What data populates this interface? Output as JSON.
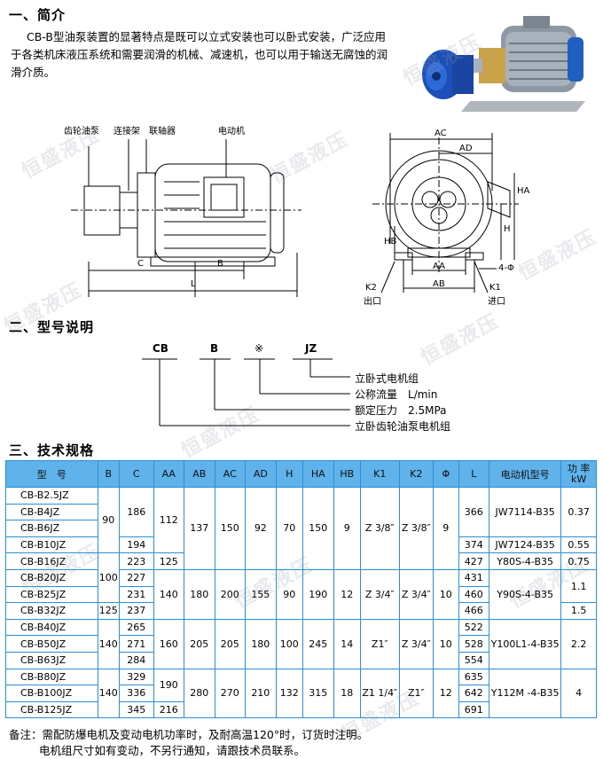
{
  "sections": {
    "intro_title": "一、简介",
    "model_title": "二、型号说明",
    "spec_title": "三、技术规格"
  },
  "intro": {
    "text": "CB-B型油泵装置的显著特点是既可以立式安装也可以卧式安装，广泛应用于各类机床液压系统和需要润滑的机械、减速机，也可以用于输送无腐蚀的润滑介质。"
  },
  "watermark": "恒盛液压",
  "side_view": {
    "labels": {
      "pump": "齿轮油泵",
      "bracket": "连接架",
      "coupling": "联轴器",
      "motor": "电动机",
      "C": "C",
      "B": "B",
      "L": "L"
    }
  },
  "front_view": {
    "labels": {
      "AC": "AC",
      "AD": "AD",
      "HA": "HA",
      "H": "H",
      "HB": "HB",
      "AA": "AA",
      "AB": "AB",
      "phi": "4-Φ",
      "K2": "K2",
      "K1": "K1",
      "outlet": "出口",
      "inlet": "进口"
    }
  },
  "model_code": {
    "parts": [
      "CB",
      "B",
      "※",
      "JZ"
    ],
    "descriptions": [
      {
        "label": "立卧式电机组",
        "value": ""
      },
      {
        "label": "公称流量",
        "value": "L/min"
      },
      {
        "label": "额定压力",
        "value": "2.5MPa"
      },
      {
        "label": "立卧齿轮油泵电机组",
        "value": ""
      }
    ]
  },
  "spec_table": {
    "headers": [
      "型　号",
      "B",
      "C",
      "AA",
      "AB",
      "AC",
      "AD",
      "H",
      "HA",
      "HB",
      "K1",
      "K2",
      "Φ",
      "L",
      "电动机型号",
      "功 率",
      "kW"
    ],
    "models": [
      "CB-B2.5JZ",
      "CB-B4JZ",
      "CB-B6JZ",
      "CB-B10JZ",
      "CB-B16JZ",
      "CB-B20JZ",
      "CB-B25JZ",
      "CB-B32JZ",
      "CB-B40JZ",
      "CB-B50JZ",
      "CB-B63JZ",
      "CB-B80JZ",
      "CB-B100JZ",
      "CB-B125JZ"
    ],
    "B": [
      "90",
      "100",
      "125",
      "140",
      "140"
    ],
    "C": [
      "186",
      "194",
      "223",
      "227",
      "231",
      "237",
      "265",
      "271",
      "284",
      "329",
      "336",
      "345"
    ],
    "AA": [
      "112",
      "125",
      "140",
      "160",
      "190",
      "216"
    ],
    "AB": [
      "137",
      "180",
      "205",
      "280"
    ],
    "AC": [
      "150",
      "200",
      "205",
      "270"
    ],
    "AD": [
      "92",
      "155",
      "180",
      "210"
    ],
    "H": [
      "70",
      "90",
      "100",
      "132"
    ],
    "HA": [
      "150",
      "190",
      "245",
      "315"
    ],
    "HB": [
      "9",
      "12",
      "14",
      "18"
    ],
    "K1": [
      "Z 3/8″",
      "Z 3/4″",
      "Z1″",
      "Z1 1/4″"
    ],
    "K2": [
      "Z 3/8″",
      "Z 3/4″",
      "Z 3/4″",
      "Z1″"
    ],
    "phi": [
      "9",
      "10",
      "10",
      "12"
    ],
    "L": [
      "366",
      "374",
      "427",
      "431",
      "460",
      "466",
      "522",
      "528",
      "554",
      "635",
      "642",
      "691"
    ],
    "motor": [
      "JW7114-B35",
      "JW7124-B35",
      "Y80S-4-B35",
      "Y90S-4-B35",
      "Y100L1-4-B35",
      "Y112M -4-B35"
    ],
    "power": [
      "0.37",
      "0.55",
      "0.75",
      "1.1",
      "1.5",
      "2.2",
      "4"
    ]
  },
  "notes": {
    "line1": "备注：需配防爆电机及变动电机功率时，及耐高温120°时，订货时注明。",
    "line2": "电机组尺寸如有变动，不另行通知，请跟技术员联系。"
  },
  "colors": {
    "table_border": "#2b8fd6",
    "table_header": "#5fb2ea",
    "pump_blue": "#1d4fb8",
    "motor_gray": "#8a95a3"
  }
}
